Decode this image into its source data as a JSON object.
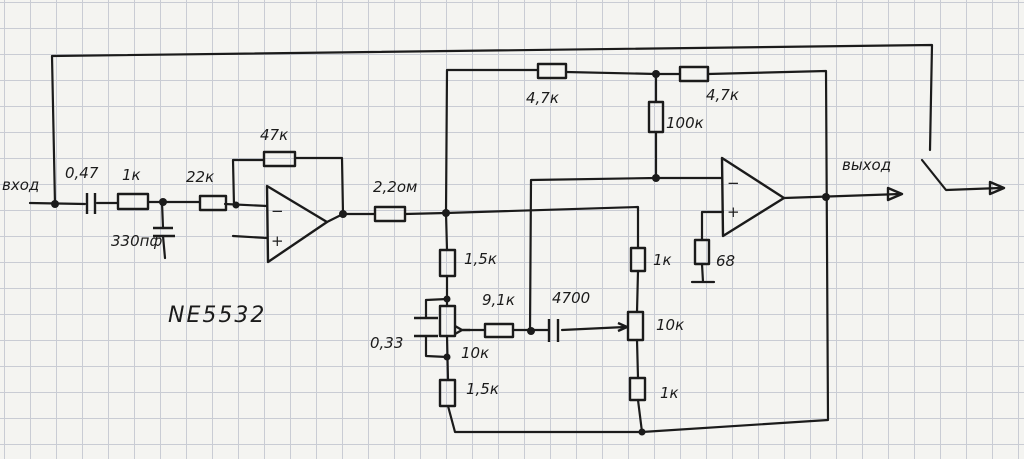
{
  "labels": {
    "input": "вход",
    "output": "выход",
    "chip": "NE5532",
    "c_in": "0,47",
    "r_in": "1к",
    "c_330": "330пф",
    "r_22k": "22к",
    "r_47k": "47к",
    "r_22ohm": "2,2ом",
    "r_top_47": "4,7к",
    "r_top_47b": "4,7к",
    "r_100k": "100к",
    "r_15k_top": "1,5к",
    "r_15k_bot": "1,5к",
    "pot_left": "10к",
    "c_033": "0,33",
    "r_91k": "9,1к",
    "c_4700": "4700",
    "r_1k_top": "1к",
    "pot_right": "10к",
    "r_1k_bot": "1к",
    "r_68": "68",
    "opamp_minus": "−",
    "opamp_plus": "+"
  }
}
